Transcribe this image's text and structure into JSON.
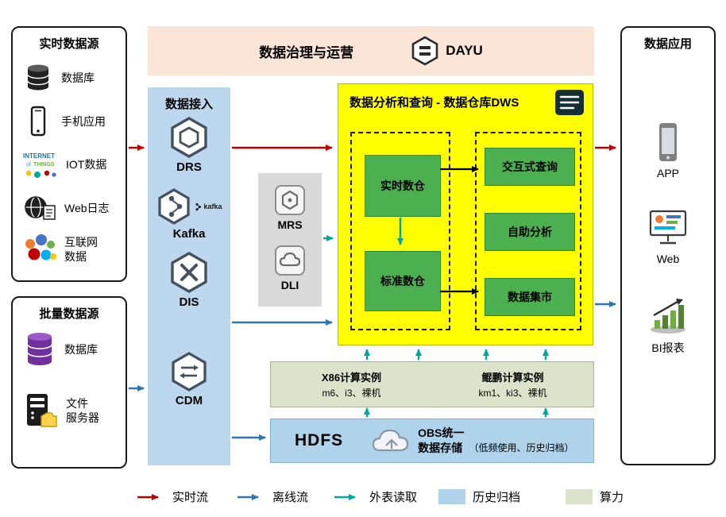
{
  "governance": {
    "title": "数据治理与运营",
    "product": "DAYU"
  },
  "realtime_sources": {
    "title": "实时数据源",
    "items": [
      {
        "label": "数据库"
      },
      {
        "label": "手机应用"
      },
      {
        "label": "IOT数据",
        "icon_words": [
          "INTERNET",
          "of",
          "THINGS"
        ]
      },
      {
        "label": "Web日志"
      },
      {
        "label": "互联网\n数据"
      }
    ]
  },
  "batch_sources": {
    "title": "批量数据源",
    "items": [
      {
        "label": "数据库"
      },
      {
        "label": "文件\n服务器"
      }
    ]
  },
  "ingestion": {
    "title": "数据接入",
    "items": [
      {
        "label": "DRS"
      },
      {
        "label": "Kafka",
        "logo_text": "kafka"
      },
      {
        "label": "DIS"
      },
      {
        "label": "CDM"
      }
    ]
  },
  "compute_services": {
    "items": [
      {
        "label": "MRS"
      },
      {
        "label": "DLI"
      }
    ]
  },
  "dws": {
    "title": "数据分析和查询 - 数据仓库DWS",
    "warehouses": [
      {
        "label": "实时数仓"
      },
      {
        "label": "标准数仓"
      }
    ],
    "services": [
      {
        "label": "交互式查询"
      },
      {
        "label": "自助分析"
      },
      {
        "label": "数据集市"
      }
    ]
  },
  "compute_instances": {
    "x86": {
      "title": "X86计算实例",
      "spec": "m6、i3、裸机"
    },
    "kunpeng": {
      "title": "鲲鹏计算实例",
      "spec": "km1、ki3、裸机"
    }
  },
  "storage": {
    "hdfs": "HDFS",
    "obs_title": "OBS统一\n数据存储",
    "obs_note": "（低频使用、历史归档）"
  },
  "applications": {
    "title": "数据应用",
    "items": [
      {
        "label": "APP"
      },
      {
        "label": "Web"
      },
      {
        "label": "BI报表"
      }
    ]
  },
  "legend": {
    "items": [
      {
        "label": "实时流",
        "color": "#c00000",
        "kind": "arrow"
      },
      {
        "label": "离线流",
        "color": "#2e75b6",
        "kind": "arrow"
      },
      {
        "label": "外表读取",
        "color": "#00a79c",
        "kind": "arrow"
      },
      {
        "label": "历史归档",
        "color": "#aed3ea",
        "kind": "swatch"
      },
      {
        "label": "算力",
        "color": "#dce3cb",
        "kind": "swatch"
      }
    ]
  },
  "colors": {
    "banner": "#fbe5d6",
    "ingestion_panel": "#bdd7ee",
    "middle_panel": "#d9d9d9",
    "dws_panel": "#ffff00",
    "warehouse_green": "#4caf50",
    "compute_panel": "#dce3cb",
    "hdfs_panel": "#aed3ea"
  }
}
